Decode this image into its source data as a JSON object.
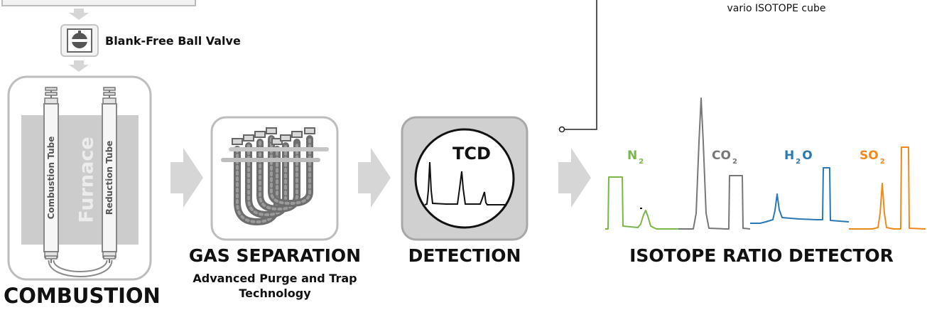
{
  "valve": {
    "label": "Blank-Free Ball Valve"
  },
  "combustion": {
    "title": "COMBUSTION",
    "combustion_tube_label": "Combustion Tube",
    "reduction_tube_label": "Reduction Tube",
    "furnace_label": "Furnace"
  },
  "gas_separation": {
    "title": "GAS SEPARATION",
    "subtitle": "Advanced Purge and Trap Technology"
  },
  "detection": {
    "title": "DETECTION",
    "detector_label": "TCD"
  },
  "irms": {
    "title": "ISOTOPE RATIO DETECTOR",
    "instrument_label": "vario ISOTOPE cube"
  },
  "gases": [
    {
      "base": "N",
      "sub": "2",
      "tail": "",
      "color": "#7ab648"
    },
    {
      "base": "CO",
      "sub": "2",
      "tail": "",
      "color": "#777777"
    },
    {
      "base": "H",
      "sub": "2",
      "tail": "O",
      "color": "#2a78b5"
    },
    {
      "base": "SO",
      "sub": "2",
      "tail": "",
      "color": "#ee8a1c"
    }
  ],
  "colors": {
    "frame": "#b9b9b9",
    "arrow": "#d6d6d6",
    "furnace": "#cccccc",
    "coil": "#777777",
    "tcd_box": "#d0d0d0",
    "connector": "#222222"
  }
}
